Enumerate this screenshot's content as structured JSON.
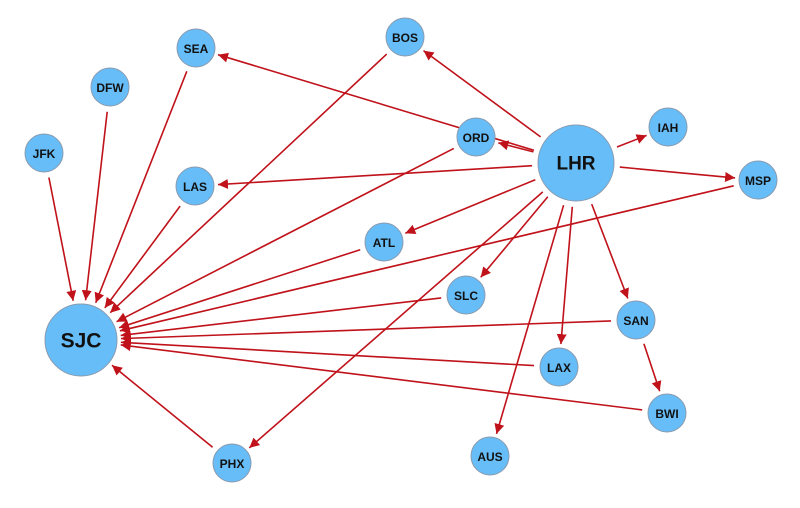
{
  "colors": {
    "node_fill": "#66bdf7",
    "node_stroke": "#8a9bb0",
    "edge": "#c0121a"
  },
  "nodes": [
    {
      "id": "SJC",
      "label": "SJC"
    },
    {
      "id": "LHR",
      "label": "LHR"
    },
    {
      "id": "BOS",
      "label": "BOS"
    },
    {
      "id": "SEA",
      "label": "SEA"
    },
    {
      "id": "DFW",
      "label": "DFW"
    },
    {
      "id": "JFK",
      "label": "JFK"
    },
    {
      "id": "ORD",
      "label": "ORD"
    },
    {
      "id": "IAH",
      "label": "IAH"
    },
    {
      "id": "MSP",
      "label": "MSP"
    },
    {
      "id": "LAS",
      "label": "LAS"
    },
    {
      "id": "ATL",
      "label": "ATL"
    },
    {
      "id": "SLC",
      "label": "SLC"
    },
    {
      "id": "SAN",
      "label": "SAN"
    },
    {
      "id": "LAX",
      "label": "LAX"
    },
    {
      "id": "BWI",
      "label": "BWI"
    },
    {
      "id": "PHX",
      "label": "PHX"
    },
    {
      "id": "AUS",
      "label": "AUS"
    }
  ],
  "edges": [
    {
      "from": "LHR",
      "to": "BOS"
    },
    {
      "from": "LHR",
      "to": "SEA"
    },
    {
      "from": "LHR",
      "to": "ORD"
    },
    {
      "from": "LHR",
      "to": "IAH"
    },
    {
      "from": "LHR",
      "to": "MSP"
    },
    {
      "from": "LHR",
      "to": "LAS"
    },
    {
      "from": "LHR",
      "to": "ATL"
    },
    {
      "from": "LHR",
      "to": "SLC"
    },
    {
      "from": "LHR",
      "to": "SAN"
    },
    {
      "from": "LHR",
      "to": "LAX"
    },
    {
      "from": "LHR",
      "to": "AUS"
    },
    {
      "from": "LHR",
      "to": "PHX"
    },
    {
      "from": "SAN",
      "to": "BWI"
    },
    {
      "from": "JFK",
      "to": "SJC"
    },
    {
      "from": "DFW",
      "to": "SJC"
    },
    {
      "from": "SEA",
      "to": "SJC"
    },
    {
      "from": "BOS",
      "to": "SJC"
    },
    {
      "from": "LAS",
      "to": "SJC"
    },
    {
      "from": "ORD",
      "to": "SJC"
    },
    {
      "from": "ATL",
      "to": "SJC"
    },
    {
      "from": "MSP",
      "to": "SJC"
    },
    {
      "from": "SLC",
      "to": "SJC"
    },
    {
      "from": "SAN",
      "to": "SJC"
    },
    {
      "from": "LAX",
      "to": "SJC"
    },
    {
      "from": "BWI",
      "to": "SJC"
    },
    {
      "from": "PHX",
      "to": "SJC"
    }
  ]
}
